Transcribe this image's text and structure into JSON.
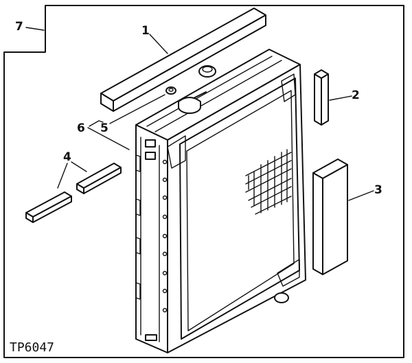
{
  "callouts": {
    "c1": "1",
    "c2": "2",
    "c3": "3",
    "c4": "4",
    "c5": "5",
    "c6": "6",
    "c7": "7"
  },
  "figure_ref": "TP6047"
}
